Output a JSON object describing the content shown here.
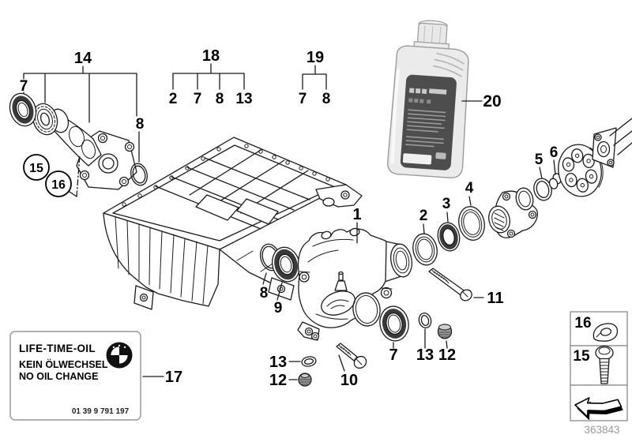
{
  "diagram": {
    "doc_number": "363843",
    "callout_numbers": {
      "n1": "1",
      "n2": "2",
      "n3": "3",
      "n4": "4",
      "n5": "5",
      "n6": "6",
      "n7": "7",
      "n8": "8",
      "n9": "9",
      "n10": "10",
      "n11": "11",
      "n12": "12",
      "n13": "13",
      "n14": "14",
      "n15": "15",
      "n16": "16",
      "n17": "17",
      "n18": "18",
      "n19": "19",
      "n20": "20"
    },
    "groups": [
      {
        "group": "14",
        "members": [
          "7",
          "8"
        ]
      },
      {
        "group": "18",
        "members": [
          "2",
          "7",
          "8",
          "13"
        ]
      },
      {
        "group": "19",
        "members": [
          "7",
          "8"
        ]
      }
    ],
    "info_label": {
      "title": "LIFE-TIME-OIL",
      "line_de": "KEIN ÖLWECHSEL",
      "line_en": "NO OIL CHANGE",
      "part_number": "01 39 9 791 197"
    },
    "icons": {
      "brand_logo": "bmw-roundel-icon",
      "legend_washer": "washer-icon",
      "legend_bolt": "bolt-icon",
      "direction_arrow": "direction-arrow-icon"
    },
    "colors": {
      "ink": "#1a1a1a",
      "seal_dark": "#3a3a3a",
      "bottle_label": "#4d4d4d",
      "muted_text": "#999999"
    }
  }
}
